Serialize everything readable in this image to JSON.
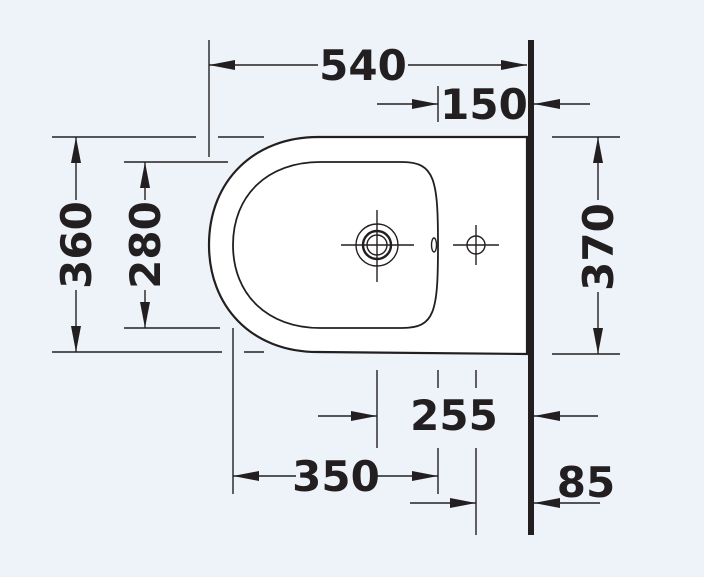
{
  "colors": {
    "background": "#edf3f9",
    "ink": "#231f20",
    "fixture_fill": "#ffffff"
  },
  "dimensions": {
    "overall_depth": "540",
    "hole_to_wall": "150",
    "outer_width": "360",
    "inner_width": "280",
    "wall_width": "370",
    "tap_hole_to_wall": "255",
    "drain_to_front": "350",
    "wall_offset": "85"
  }
}
